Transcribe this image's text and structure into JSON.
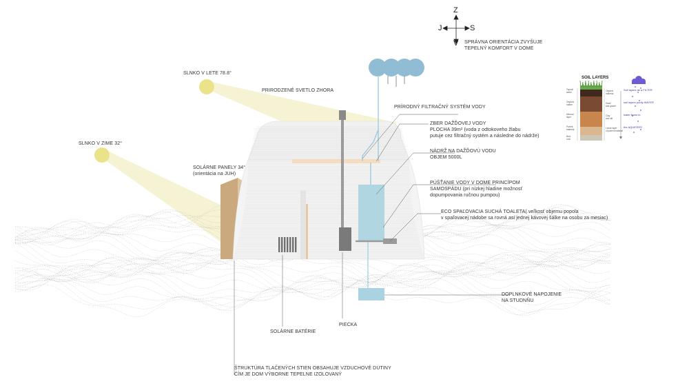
{
  "compass": {
    "north": "Z",
    "south": "V",
    "west": "J",
    "east": "S"
  },
  "orientation_note": [
    "SPRÁVNA ORIENTÁCIA ZVYŠUJE",
    "TEPELNÝ KOMFORT V DOME"
  ],
  "sun_summer": "SLNKO V LETE 78.8°",
  "sun_winter": "SLNKO V ZIME 32°",
  "natural_light": "PRIRODZENÉ SVETLO ZHORA",
  "solar_panels": [
    "SOLÁRNE PANELY 34°",
    "(orientácia na JUH)"
  ],
  "filter_system": "PRÍRODNÝ FILTRAČNÝ SYSTÉM VODY",
  "rain_collection": [
    "ZBER DAŽĎOVEJ VODY",
    "PLOCHA 39m² (voda z odtokoveho žlabu",
    "putuje cez filtračný systém a následne do nádrže)"
  ],
  "tank": [
    "NÁDRŽ NA DAŽĎOVÚ VODU",
    "OBJEM 5000L"
  ],
  "gravity_flow": [
    "PÚŠŤANIE VODY V DOME PRINCÍPOM",
    "SAMOSPÁDU (pri nízkej hladine možnosť",
    "dopumpovania ručnou pumpou)"
  ],
  "toilet": [
    "ECO SPAĽOVACIA SUCHÁ TOALETA( veľkosť objemu popola",
    "v spaľovacej nádobe sa rovná asi jednej kávovej šálke na osobu za mesiac)"
  ],
  "well": [
    "DOPLNKOVÉ NAPOJENIE",
    "NA STUDNŇU"
  ],
  "batteries": "SOLÁRNE BATÉRIE",
  "stove": "PIECKA",
  "walls": [
    "ŠTRUKTÚRA TLAČENÝCH STIEN OBSAHUJE VZDUCHOVÉ DUTINY",
    "ČÍM JE DOM VÝBORNE TEPELNE IZOLOVANÝ"
  ],
  "soil": {
    "title": "SOIL LAYERS",
    "left_labels": [
      [
        "Topsoil",
        "water"
      ],
      [
        "Organic",
        "matter"
      ],
      [
        "Mineral",
        "layer"
      ],
      [
        "Parent",
        "material"
      ],
      [
        "Bed-",
        "rock"
      ]
    ],
    "right_labels": [
      [
        "Organic",
        "material",
        "with microorganisms"
      ],
      [
        "Sand",
        "and gravel"
      ],
      [
        "Clay",
        "and silt"
      ],
      [
        "Lower layer",
        "of parent material"
      ]
    ],
    "flow_labels": [
      "Soil layers as a FILTER",
      "soil layers purify WATER",
      "water flows to",
      "the AQUIFERS"
    ]
  },
  "colors": {
    "water": "#a9d3e0",
    "sun": "#ece68c",
    "sunbeam": "#f3f0c8",
    "cloud": "#8fbcd4",
    "stove": "#777777",
    "panel": "#c9a77c"
  }
}
